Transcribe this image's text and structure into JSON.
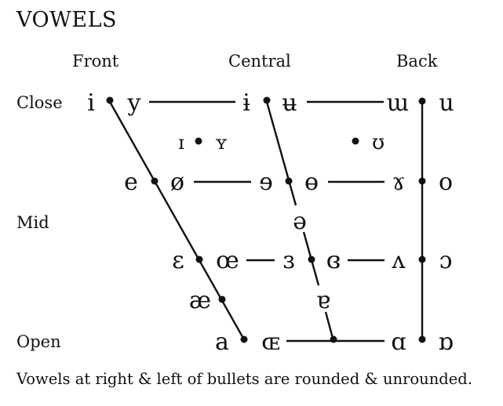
{
  "title": "VOWELS",
  "columns": [
    "Front",
    "Central",
    "Back"
  ],
  "rows": [
    "Close",
    "Mid",
    "Open"
  ],
  "footnote": "Vowels at right & left of bullets are rounded & unrounded.",
  "vowels": {
    "close": {
      "front_unrounded": "i",
      "front_rounded": "y",
      "central_unrounded": "ɨ",
      "central_rounded": "ʉ",
      "back_unrounded": "ɯ",
      "back_rounded": "u"
    },
    "near_close": {
      "front_unrounded": "ɪ",
      "front_rounded": "ʏ",
      "back_rounded": "ʊ"
    },
    "close_mid": {
      "front_unrounded": "e",
      "front_rounded": "ø",
      "central_unrounded": "ɘ",
      "central_rounded": "ɵ",
      "back_unrounded": "ɤ",
      "back_rounded": "o"
    },
    "mid": {
      "central": "ə"
    },
    "open_mid": {
      "front_unrounded": "ɛ",
      "front_rounded": "œ",
      "central_unrounded": "ɜ",
      "central_rounded": "ɞ",
      "back_unrounded": "ʌ",
      "back_rounded": "ɔ"
    },
    "near_open": {
      "front_unrounded": "æ",
      "central": "ɐ"
    },
    "open": {
      "front_unrounded": "a",
      "front_rounded": "ɶ",
      "back_unrounded": "ɑ",
      "back_rounded": "ɒ"
    }
  }
}
